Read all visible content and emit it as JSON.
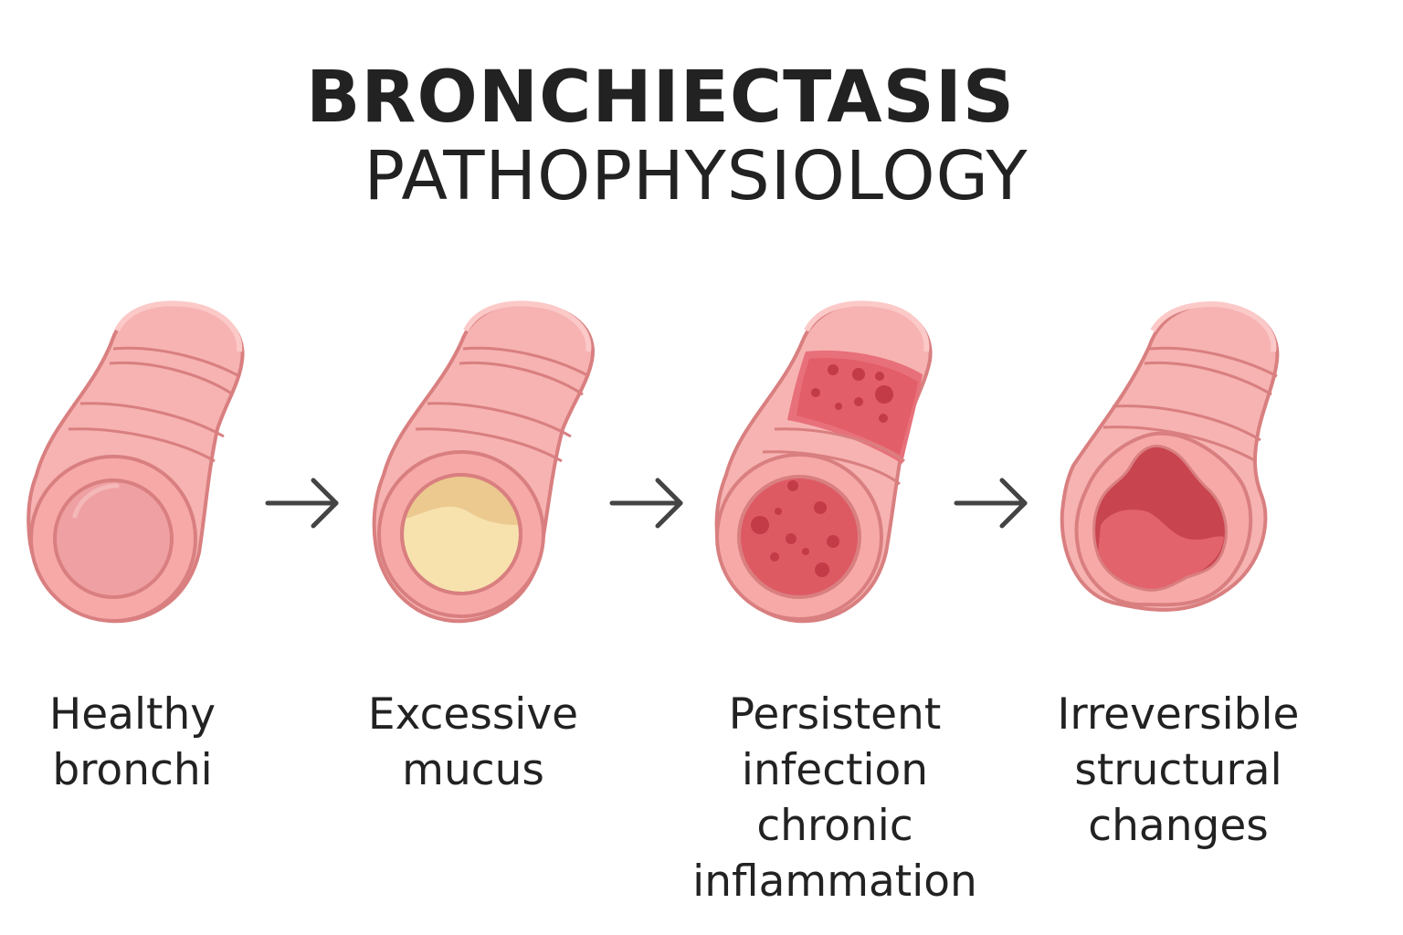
{
  "title": {
    "line1": "BRONCHIECTASIS",
    "line2": "PATHOPHYSIOLOGY"
  },
  "stages": [
    {
      "id": "healthy",
      "lines": [
        "Healthy",
        "bronchi"
      ]
    },
    {
      "id": "mucus",
      "lines": [
        "Excessive",
        "mucus"
      ]
    },
    {
      "id": "infection",
      "lines": [
        "Persistent",
        "infection",
        "chronic",
        "inflammation"
      ]
    },
    {
      "id": "structural",
      "lines": [
        "Irreversible",
        "structural",
        "changes"
      ]
    }
  ],
  "icons": {
    "tube": "bronchus-tube-icon",
    "arrow": "arrow-right-icon"
  },
  "colors": {
    "tube_fill": "#f6b3b2",
    "tube_light": "#fbc9c7",
    "tube_stroke": "#d97f80",
    "lumen_healthy": "#efa0a2",
    "mucus_light": "#f7e2ae",
    "mucus_dark": "#ecc98f",
    "inflamed": "#de5a63",
    "inflamed_dark": "#c23b47",
    "text": "#222222",
    "arrow": "#444444"
  }
}
